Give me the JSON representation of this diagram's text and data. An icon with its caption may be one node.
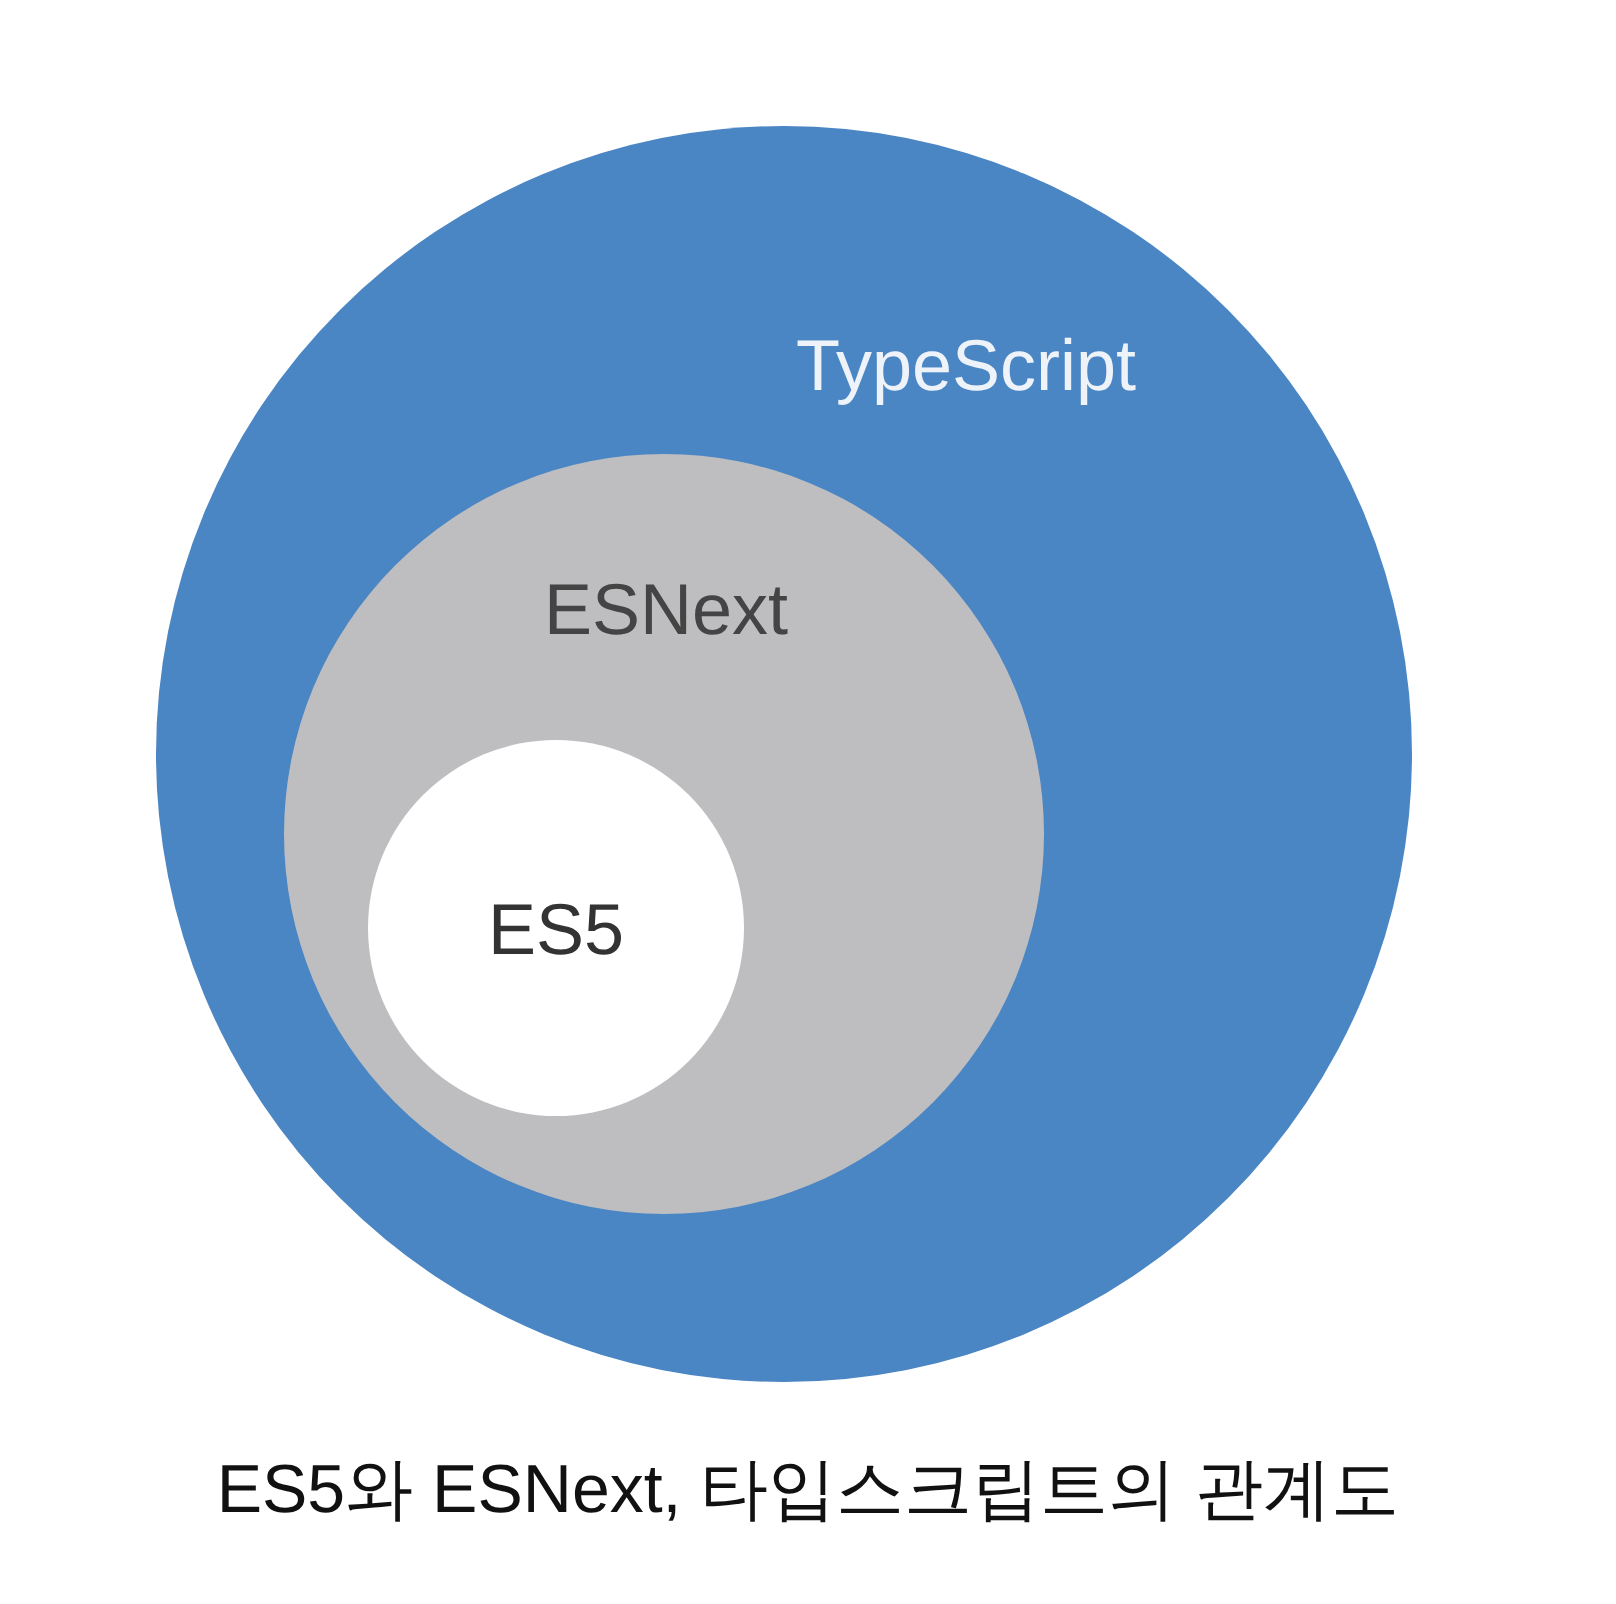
{
  "diagram": {
    "caption": "ES5와 ESNext, 타입스크립트의 관계도",
    "nodes": [
      {
        "text": [
          "TypeScript"
        ]
      },
      {
        "text": [
          "ESNext"
        ],
        "in": 0
      },
      {
        "text": [
          "ES5"
        ],
        "in": 1
      }
    ]
  }
}
